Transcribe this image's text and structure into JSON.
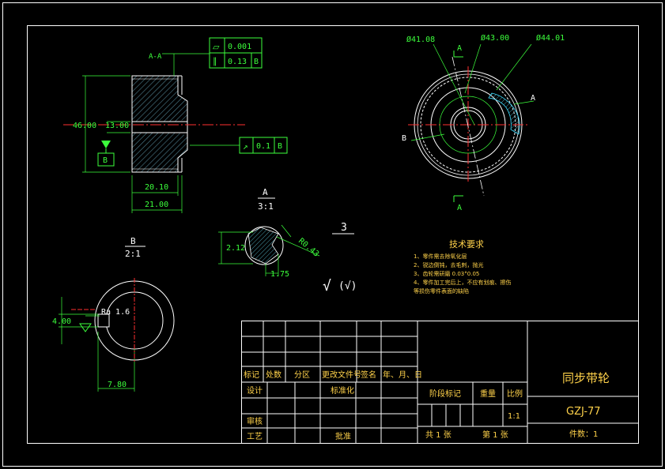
{
  "views": {
    "section_label": "A-A",
    "gdt_flatness": "0.001",
    "gdt_parallel": "0.13",
    "gdt_parallel_datum": "B",
    "gdt_runout": "0.1",
    "gdt_runout_datum": "B",
    "dim_outer_dia": "46.00",
    "dim_bore": "13.00",
    "datum_b": "B",
    "dim_width_inner": "20.10",
    "dim_width_outer": "21.00",
    "dia_1": "Ø41.08",
    "dia_2": "Ø43.00",
    "dia_3": "Ø44.01",
    "section_mark": "A",
    "datum_b_front": "B",
    "detail_a_title": "A",
    "detail_a_scale": "3:1",
    "detail_a_dim_h": "2.12",
    "detail_a_dim_w": "1.75",
    "detail_a_radius": "R0.43",
    "detail_b_title": "B",
    "detail_b_scale": "2:1",
    "detail_b_dim_h": "4.00",
    "detail_b_dim_w": "7.80",
    "detail_b_rough": "Ra 1.6",
    "roughness_value": "3",
    "roughness_symbol": "(√)"
  },
  "tech": {
    "title": "技术要求",
    "items": [
      "1、零件需去除氧化层",
      "2、锐边倒钝，去毛刺，抛光",
      "3、齿轮需研磨 0.03°0.05",
      "4、零件加工完后上，不应有划痕、擦伤",
      "等损伤零件表面的缺陷"
    ]
  },
  "title_block": {
    "col_labels": [
      "标记",
      "处数",
      "分区",
      "更改文件号",
      "签名",
      "年、月、日"
    ],
    "design": "设计",
    "standardize": "标准化",
    "review": "审核",
    "process": "工艺",
    "approve": "批准",
    "stage_mark": "阶段标记",
    "weight": "重量",
    "scale_label": "比例",
    "scale_value": "1:1",
    "sheets_total": "共 1 张",
    "sheet_no": "第 1 张",
    "part_name": "同步带轮",
    "drawing_no": "GZJ-77",
    "quantity": "件数：1"
  }
}
